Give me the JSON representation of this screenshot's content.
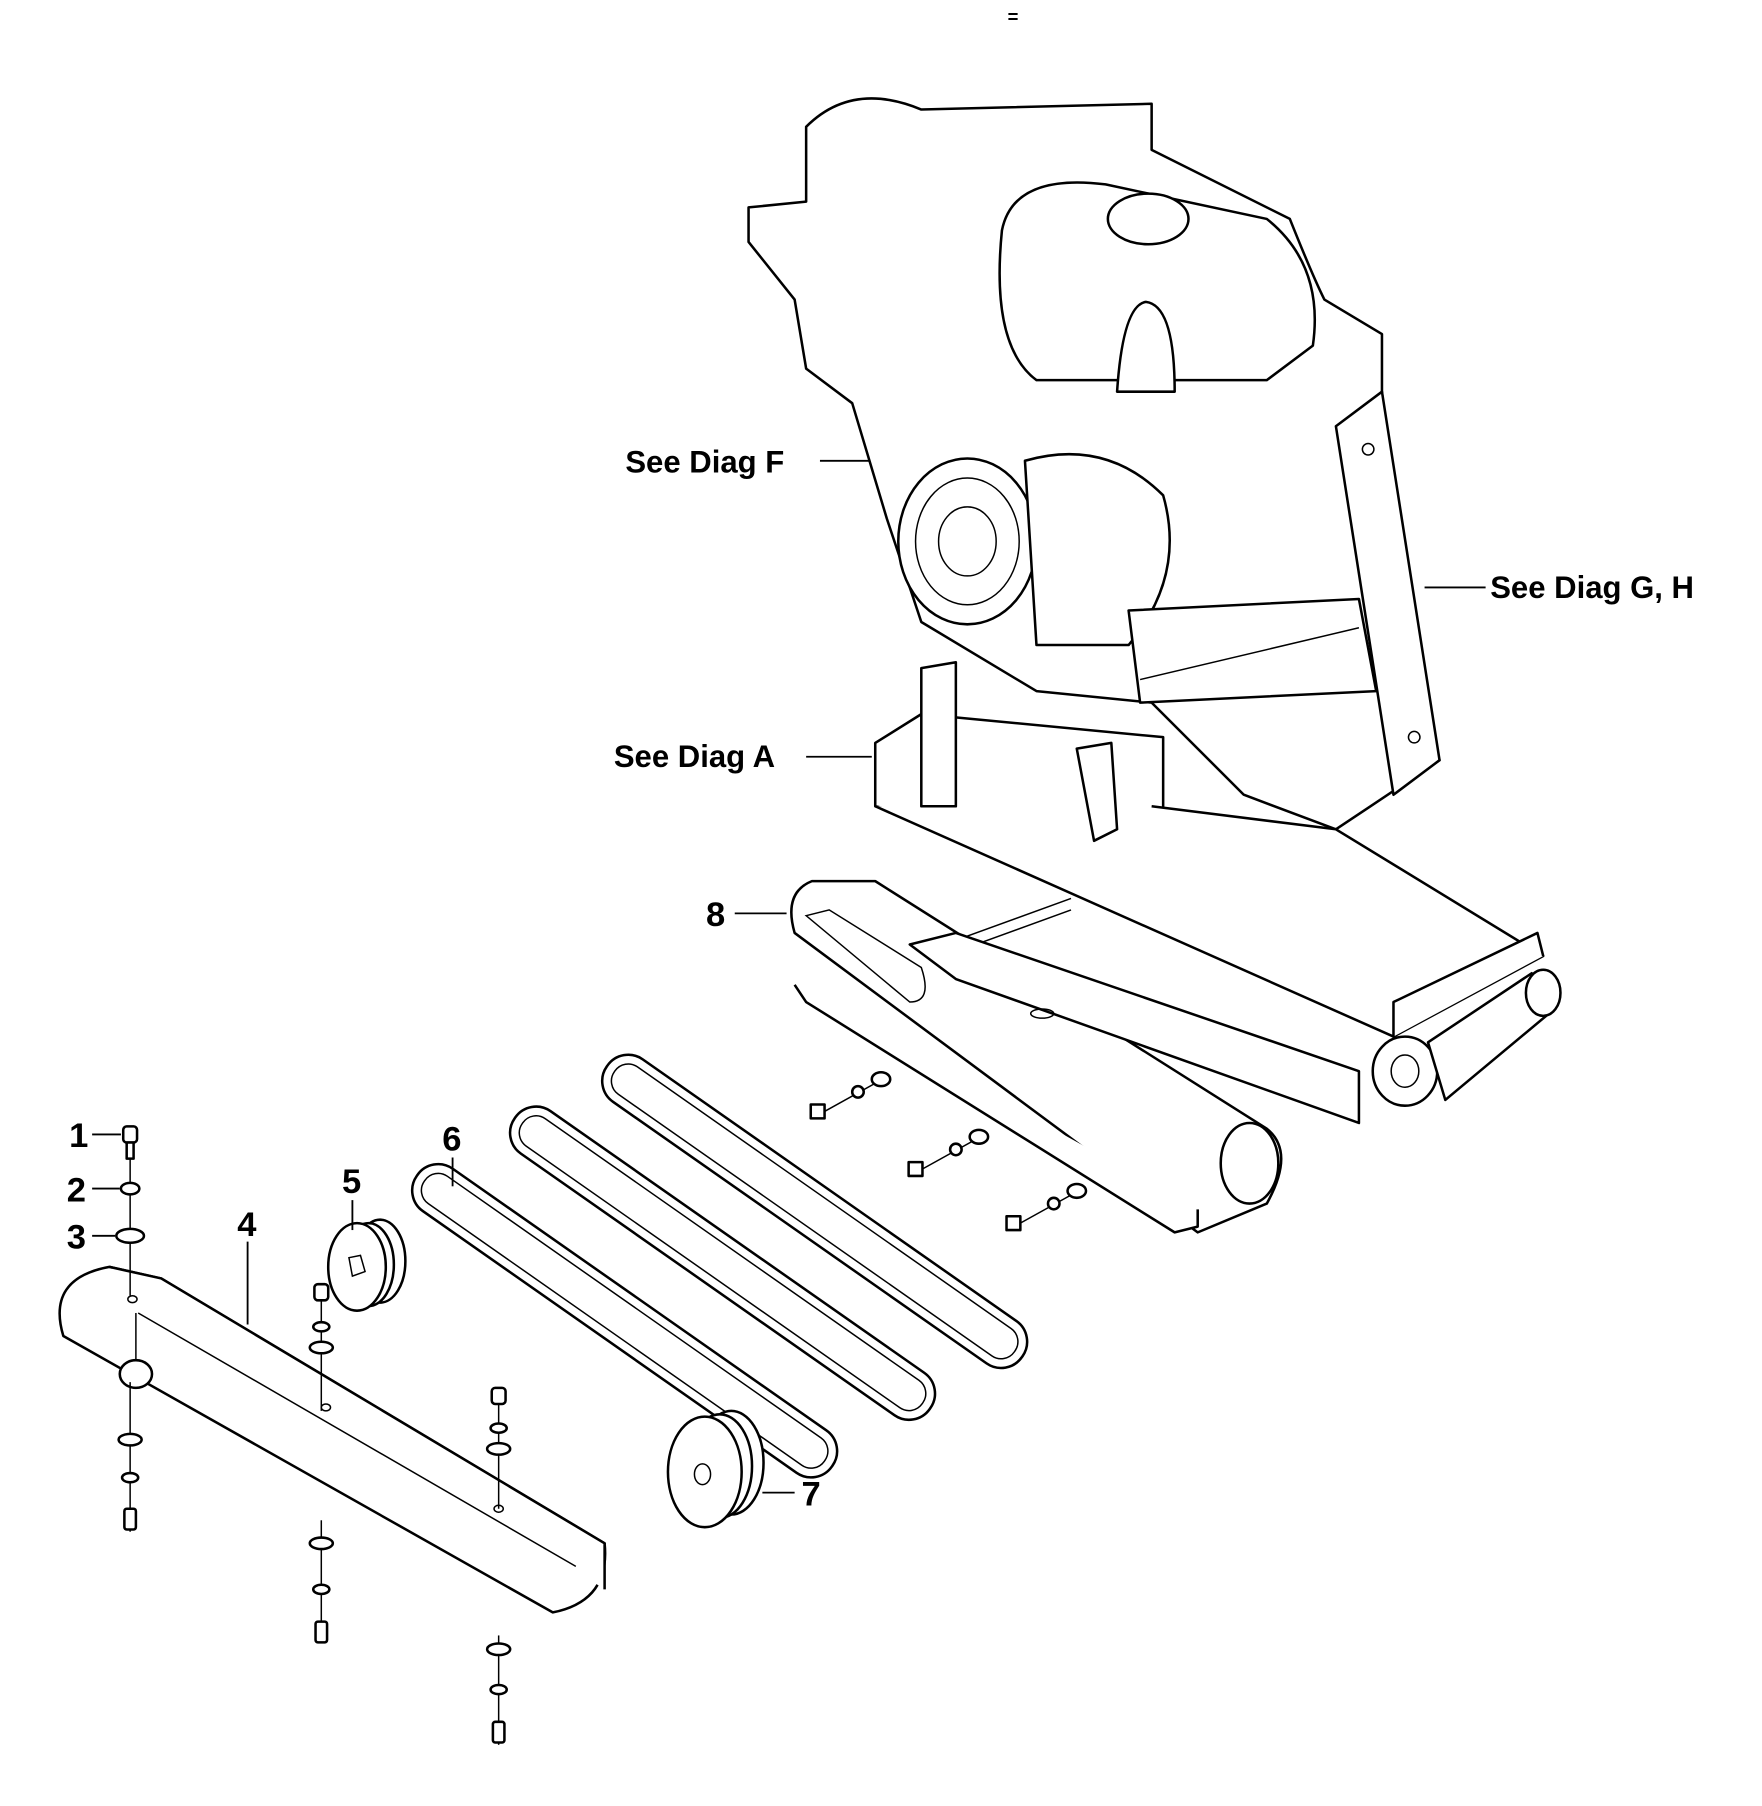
{
  "diagram": {
    "part_numbers": [
      "1",
      "2",
      "3",
      "4",
      "5",
      "6",
      "7",
      "8"
    ],
    "references": {
      "diag_f": "See Diag F",
      "diag_gh": "See Diag G, H",
      "diag_a": "See Diag A"
    },
    "top_mark": "="
  }
}
